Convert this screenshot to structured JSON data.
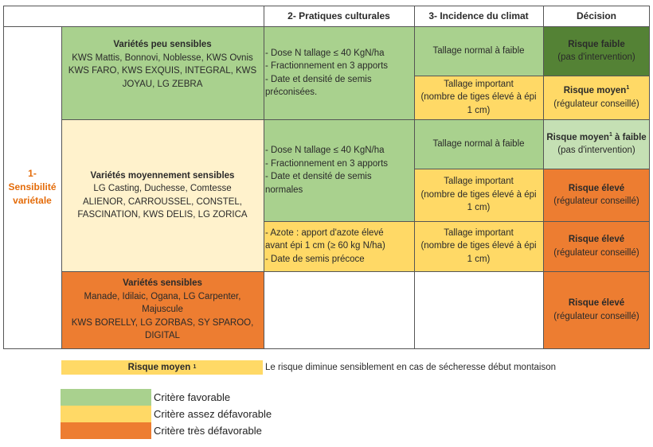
{
  "header": {
    "col2": "2- Pratiques culturales",
    "col3": "3- Incidence du climat",
    "col4": "Décision"
  },
  "sensibilite_label": [
    "1-",
    "Sensibilité",
    "variétale"
  ],
  "varieties": [
    {
      "title": "Variétés peu sensibles",
      "lines": [
        "KWS Mattis, Bonnovi, Noblesse, KWS Ovnis",
        "KWS FARO, KWS EXQUIS, INTEGRAL, KWS",
        "JOYAU, LG ZEBRA"
      ],
      "color": "#a9d18e"
    },
    {
      "title": "Variétés moyennement sensibles",
      "lines": [
        "LG Casting, Duchesse, Comtesse",
        "ALIENOR, CARROUSSEL, CONSTEL,",
        "FASCINATION, KWS DELIS, LG ZORICA"
      ],
      "color": "#fff2cc"
    },
    {
      "title": "Variétés sensibles",
      "lines": [
        "Manade, Idilaic, Ogana, LG Carpenter,",
        "Majuscule",
        "KWS BORELLY, LG ZORBAS, SY SPAROO,",
        "DIGITAL"
      ],
      "color": "#ed7d31"
    }
  ],
  "pratiques": [
    {
      "lines": [
        "- Dose N tallage ≤ 40 KgN/ha",
        "- Fractionnement en 3 apports",
        "- Date et densité de semis",
        "préconisées."
      ],
      "color": "#a9d18e"
    },
    {
      "lines": [
        "- Dose N tallage ≤ 40 KgN/ha",
        "- Fractionnement en 3 apports",
        "- Date et densité de semis",
        "normales"
      ],
      "color": "#a9d18e"
    },
    {
      "lines": [
        "- Azote : apport d'azote élevé",
        "avant épi 1 cm (≥ 60 kg N/ha)",
        "- Date de semis précoce"
      ],
      "color": "#ffd966"
    }
  ],
  "climat": [
    {
      "lines": [
        "Tallage normal à faible"
      ],
      "color": "#a9d18e"
    },
    {
      "lines": [
        "Tallage important",
        "(nombre de tiges élevé à épi",
        "1 cm)"
      ],
      "color": "#ffd966"
    },
    {
      "lines": [
        "Tallage normal à faible"
      ],
      "color": "#a9d18e"
    },
    {
      "lines": [
        "Tallage important",
        "(nombre de tiges élevé à épi",
        "1 cm)"
      ],
      "color": "#ffd966"
    },
    {
      "lines": [
        "Tallage important",
        "(nombre de tiges élevé à épi",
        "1 cm)"
      ],
      "color": "#ffd966"
    }
  ],
  "decisions": [
    {
      "title": "Risque faible",
      "sup": "",
      "suffix": "",
      "note": "(pas d'intervention)",
      "color": "#548235"
    },
    {
      "title": "Risque moyen",
      "sup": "1",
      "suffix": "",
      "note": "(régulateur conseillé)",
      "color": "#ffd966"
    },
    {
      "title": "Risque moyen",
      "sup": "1",
      "suffix": " à faible",
      "note": "(pas d'intervention)",
      "color": "#c5e0b4"
    },
    {
      "title": "Risque élevé",
      "sup": "",
      "suffix": "",
      "note": "(régulateur conseillé)",
      "color": "#ed7d31"
    },
    {
      "title": "Risque élevé",
      "sup": "",
      "suffix": "",
      "note": "(régulateur conseillé)",
      "color": "#ed7d31"
    },
    {
      "title": "Risque élevé",
      "sup": "",
      "suffix": "",
      "note": "(régulateur conseillé)",
      "color": "#ed7d31"
    }
  ],
  "footnote": {
    "label": "Risque moyen",
    "sup": "1",
    "text": "Le risque diminue sensiblement en cas de sécheresse début montaison",
    "color": "#ffd966"
  },
  "legend": [
    {
      "label": "Critère favorable",
      "color": "#a9d18e"
    },
    {
      "label": "Critère assez défavorable",
      "color": "#ffd966"
    },
    {
      "label": "Critère très défavorable",
      "color": "#ed7d31"
    }
  ]
}
